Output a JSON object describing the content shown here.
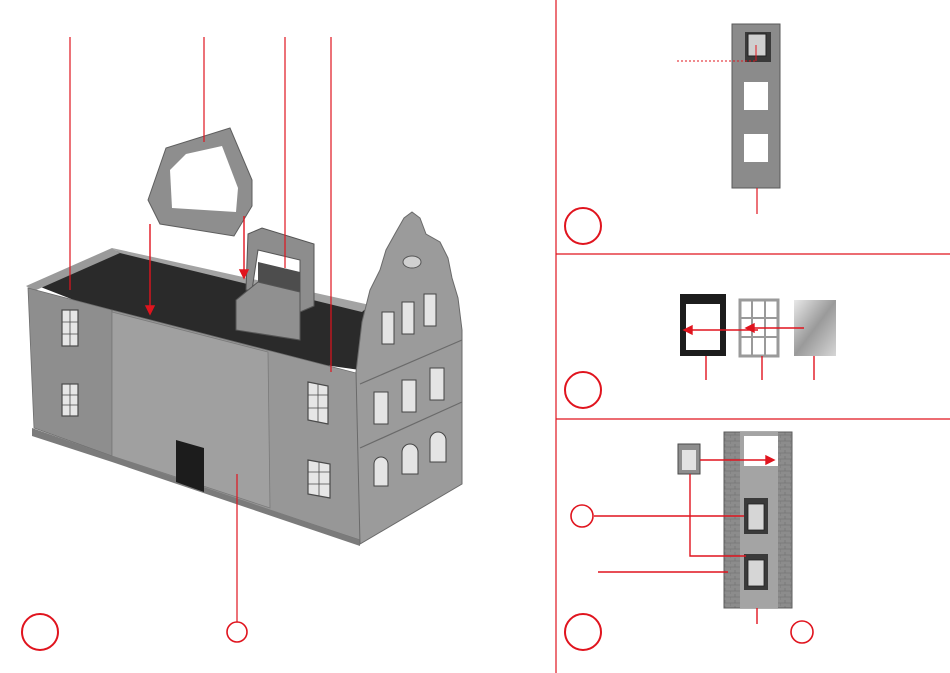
{
  "page": {
    "title": "",
    "accent_color": "#e0141e",
    "model_grey": "#8f8f8f",
    "dark_grey": "#2b2b2b"
  },
  "main_assembly": {
    "step_circle_label": "",
    "part_callouts": 4,
    "detail_circle_label": ""
  },
  "panels": [
    {
      "id": "panel-window-insert",
      "step_label": ""
    },
    {
      "id": "panel-window-layers",
      "step_label": ""
    },
    {
      "id": "panel-wall-windows",
      "step_label": "",
      "sub_circle_labels": [
        "",
        ""
      ]
    }
  ]
}
